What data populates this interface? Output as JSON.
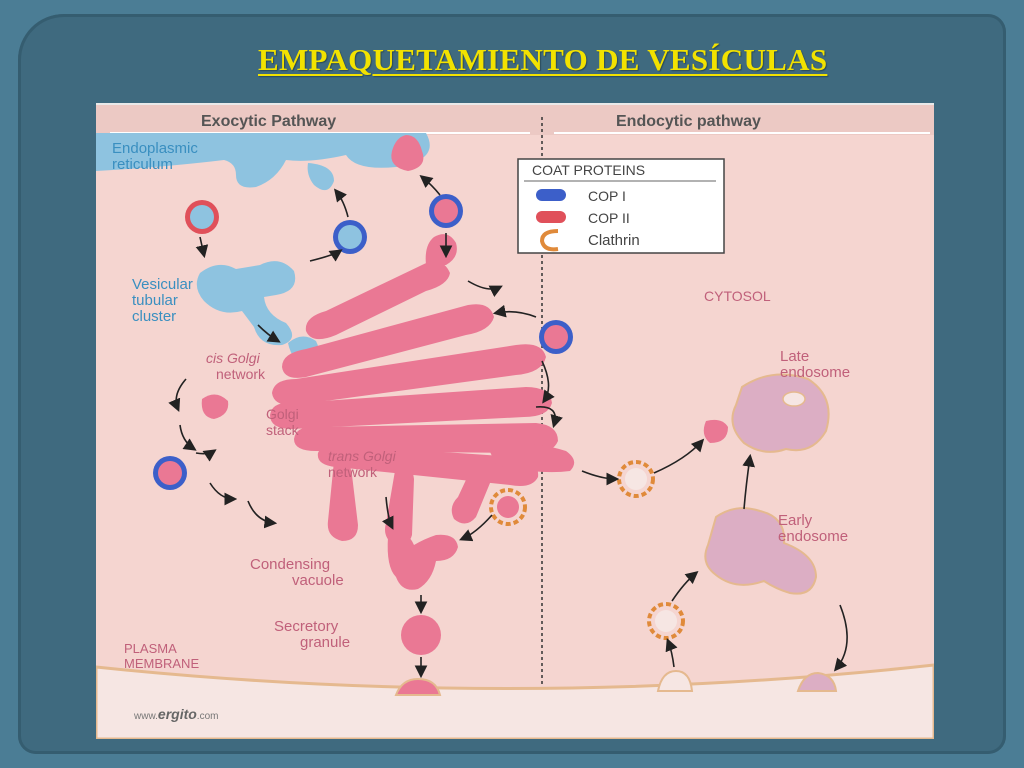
{
  "slide": {
    "title": "EMPAQUETAMIENTO DE VESÍCULAS",
    "colors": {
      "background": "#4b7d95",
      "panel": "#3f6a7f",
      "title": "#f2e200"
    }
  },
  "diagram": {
    "headers": {
      "left": "Exocytic Pathway",
      "right": "Endocytic pathway"
    },
    "legend": {
      "title": "COAT PROTEINS",
      "items": [
        {
          "label": "COP I",
          "color": "#3c5fc9",
          "icon": "copi-coat-icon"
        },
        {
          "label": "COP II",
          "color": "#e0505a",
          "icon": "copii-coat-icon"
        },
        {
          "label": "Clathrin",
          "color": "#e08a3a",
          "icon": "clathrin-icon"
        }
      ]
    },
    "labels": {
      "er": [
        "Endoplasmic",
        "reticulum"
      ],
      "vtc": [
        "Vesicular",
        "tubular",
        "cluster"
      ],
      "cis_golgi": [
        "cis Golgi",
        "network"
      ],
      "golgi_stack": [
        "Golgi",
        "stack"
      ],
      "trans_golgi": [
        "trans Golgi",
        "network"
      ],
      "condensing": [
        "Condensing",
        "vacuole"
      ],
      "secretory": [
        "Secretory",
        "granule"
      ],
      "plasma": [
        "PLASMA",
        "MEMBRANE"
      ],
      "cytosol": "CYTOSOL",
      "late": [
        "Late",
        "endosome"
      ],
      "early": [
        "Early",
        "endosome"
      ],
      "credit_prefix": "www.",
      "credit_brand": "ergito",
      "credit_suffix": ".com"
    }
  }
}
